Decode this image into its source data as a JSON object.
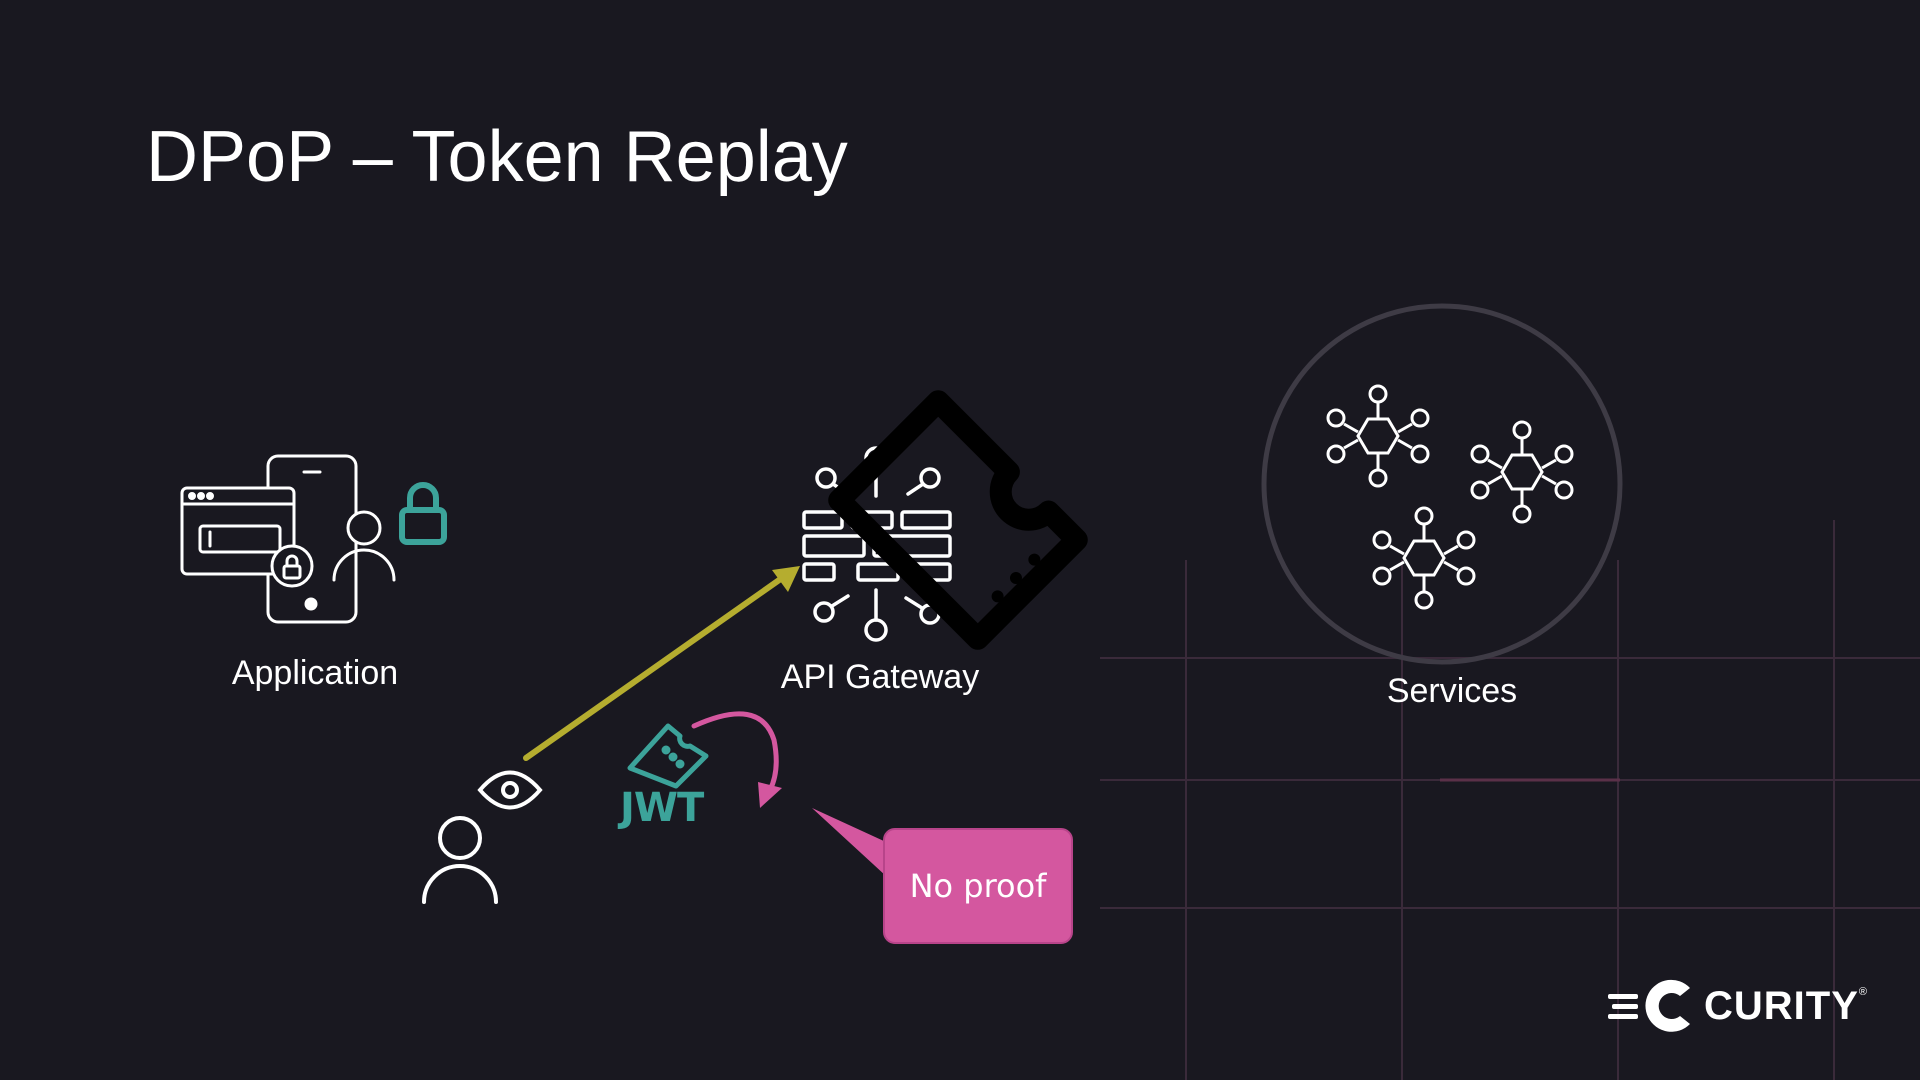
{
  "slide": {
    "title": "DPoP – Token Replay"
  },
  "nodes": {
    "application": {
      "label": "Application",
      "icon": "device-user-lock-icon"
    },
    "gateway": {
      "label": "API Gateway",
      "icon": "firewall-network-icon"
    },
    "services": {
      "label": "Services",
      "icon": "microservices-cluster-icon"
    }
  },
  "attacker": {
    "icon": "eye-user-icon"
  },
  "token": {
    "icon": "ticket-icon",
    "jwt_label": "JWT"
  },
  "callout": {
    "text": "No proof"
  },
  "brand": {
    "name": "CURITY",
    "registered": "®"
  },
  "colors": {
    "background": "#191820",
    "accent_teal": "#3ca39a",
    "accent_pink": "#d4579f",
    "arrow_olive": "#b5ad2f",
    "white": "#ffffff"
  }
}
